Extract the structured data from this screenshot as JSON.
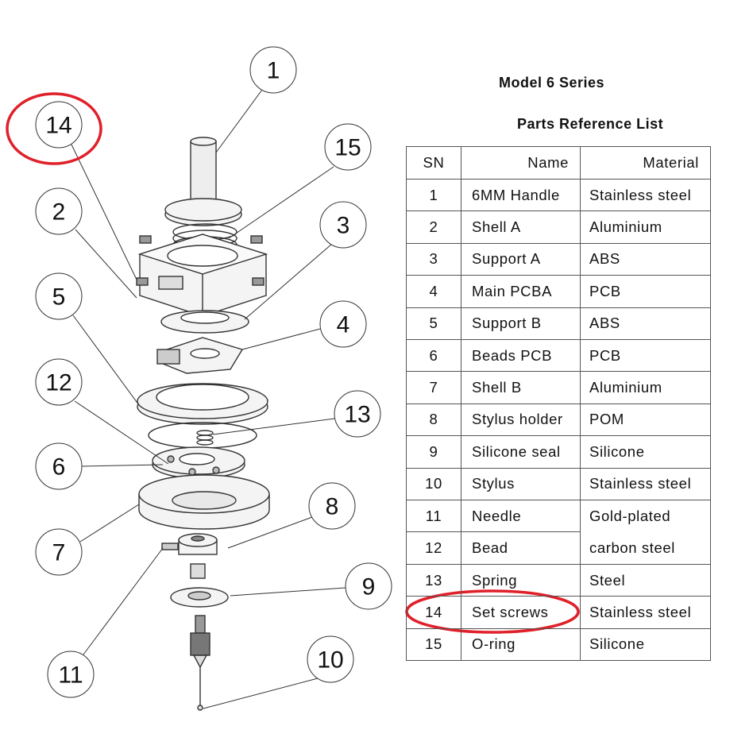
{
  "header": {
    "title": "Model 6 Series",
    "subtitle": "Parts Reference List"
  },
  "table": {
    "columns": [
      "SN",
      "Name",
      "Material"
    ],
    "rows": [
      {
        "sn": "1",
        "name": "6MM Handle",
        "material": "Stainless steel"
      },
      {
        "sn": "2",
        "name": "Shell A",
        "material": "Aluminium"
      },
      {
        "sn": "3",
        "name": "Support A",
        "material": "ABS"
      },
      {
        "sn": "4",
        "name": "Main PCBA",
        "material": "PCB"
      },
      {
        "sn": "5",
        "name": "Support B",
        "material": "ABS"
      },
      {
        "sn": "6",
        "name": "Beads PCB",
        "material": "PCB"
      },
      {
        "sn": "7",
        "name": "Shell B",
        "material": "Aluminium"
      },
      {
        "sn": "8",
        "name": "Stylus holder",
        "material": "POM"
      },
      {
        "sn": "9",
        "name": "Silicone seal",
        "material": "Silicone"
      },
      {
        "sn": "10",
        "name": "Stylus",
        "material": "Stainless steel"
      },
      {
        "sn": "11",
        "name": "Needle",
        "material": "Gold-plated carbon steel",
        "material_lines": [
          "Gold-plated",
          "carbon steel"
        ],
        "rowspan": 2
      },
      {
        "sn": "12",
        "name": "Bead",
        "material": null
      },
      {
        "sn": "13",
        "name": "Spring",
        "material": "Steel"
      },
      {
        "sn": "14",
        "name": "Set screws",
        "material": "Stainless steel"
      },
      {
        "sn": "15",
        "name": "O-ring",
        "material": "Silicone"
      }
    ]
  },
  "callouts": [
    "1",
    "2",
    "3",
    "4",
    "5",
    "6",
    "7",
    "8",
    "9",
    "10",
    "11",
    "12",
    "13",
    "14",
    "15"
  ],
  "highlight": {
    "part": "14",
    "color": "#e0202a"
  }
}
